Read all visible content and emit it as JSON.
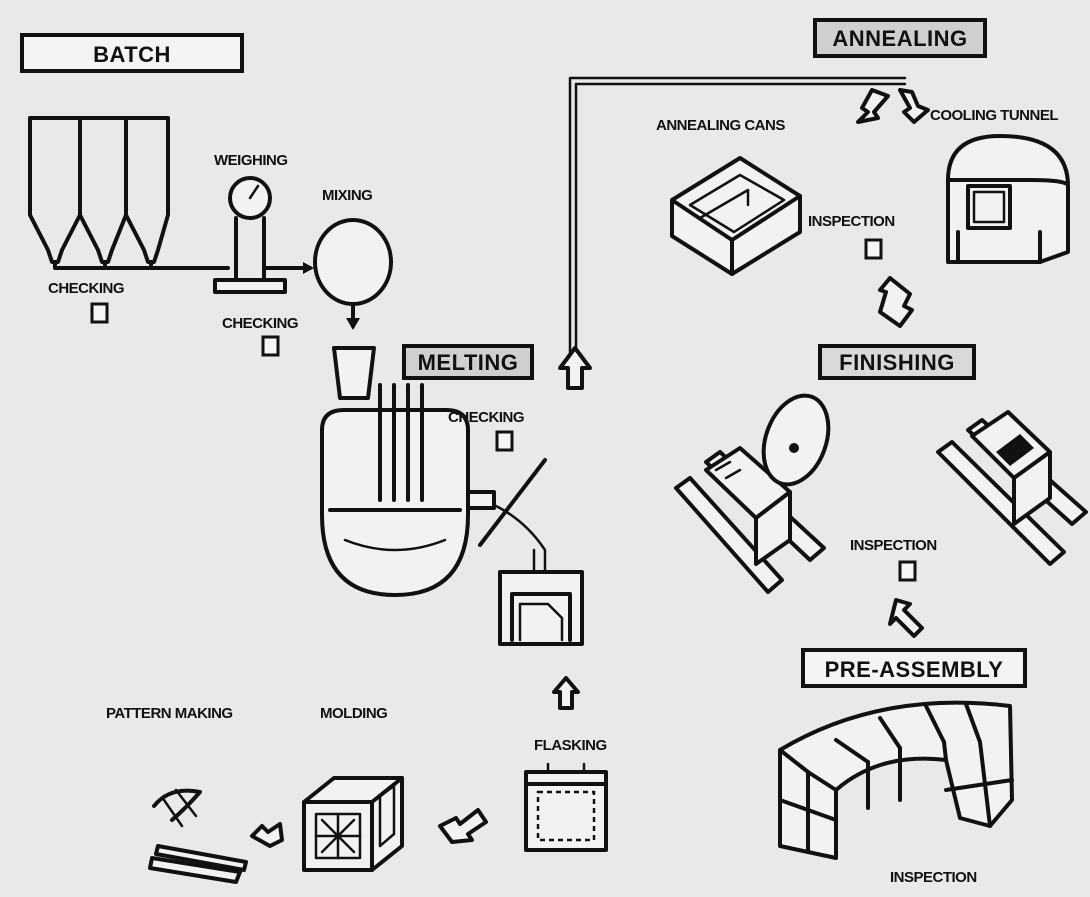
{
  "headings": {
    "batch": "BATCH",
    "annealing": "ANNEALING",
    "melting": "MELTING",
    "finishing": "FINISHING",
    "pre_assembly": "PRE-ASSEMBLY"
  },
  "labels": {
    "weighing": "WEIGHING",
    "mixing": "MIXING",
    "checking_batch": "CHECKING",
    "checking_mixer": "CHECKING",
    "checking_melting": "CHECKING",
    "annealing_cans": "ANNEALING CANS",
    "cooling_tunnel": "COOLING TUNNEL",
    "inspection_annealing": "INSPECTION",
    "inspection_finishing": "INSPECTION",
    "inspection_bottom": "INSPECTION",
    "pattern_making": "PATTERN MAKING",
    "molding": "MOLDING",
    "flasking": "FLASKING"
  },
  "colors": {
    "background": "#e9e9e9",
    "ink": "#111111",
    "heading_fill": "#f4f4f4",
    "heading_fill_dark": "#cfcfcf"
  }
}
